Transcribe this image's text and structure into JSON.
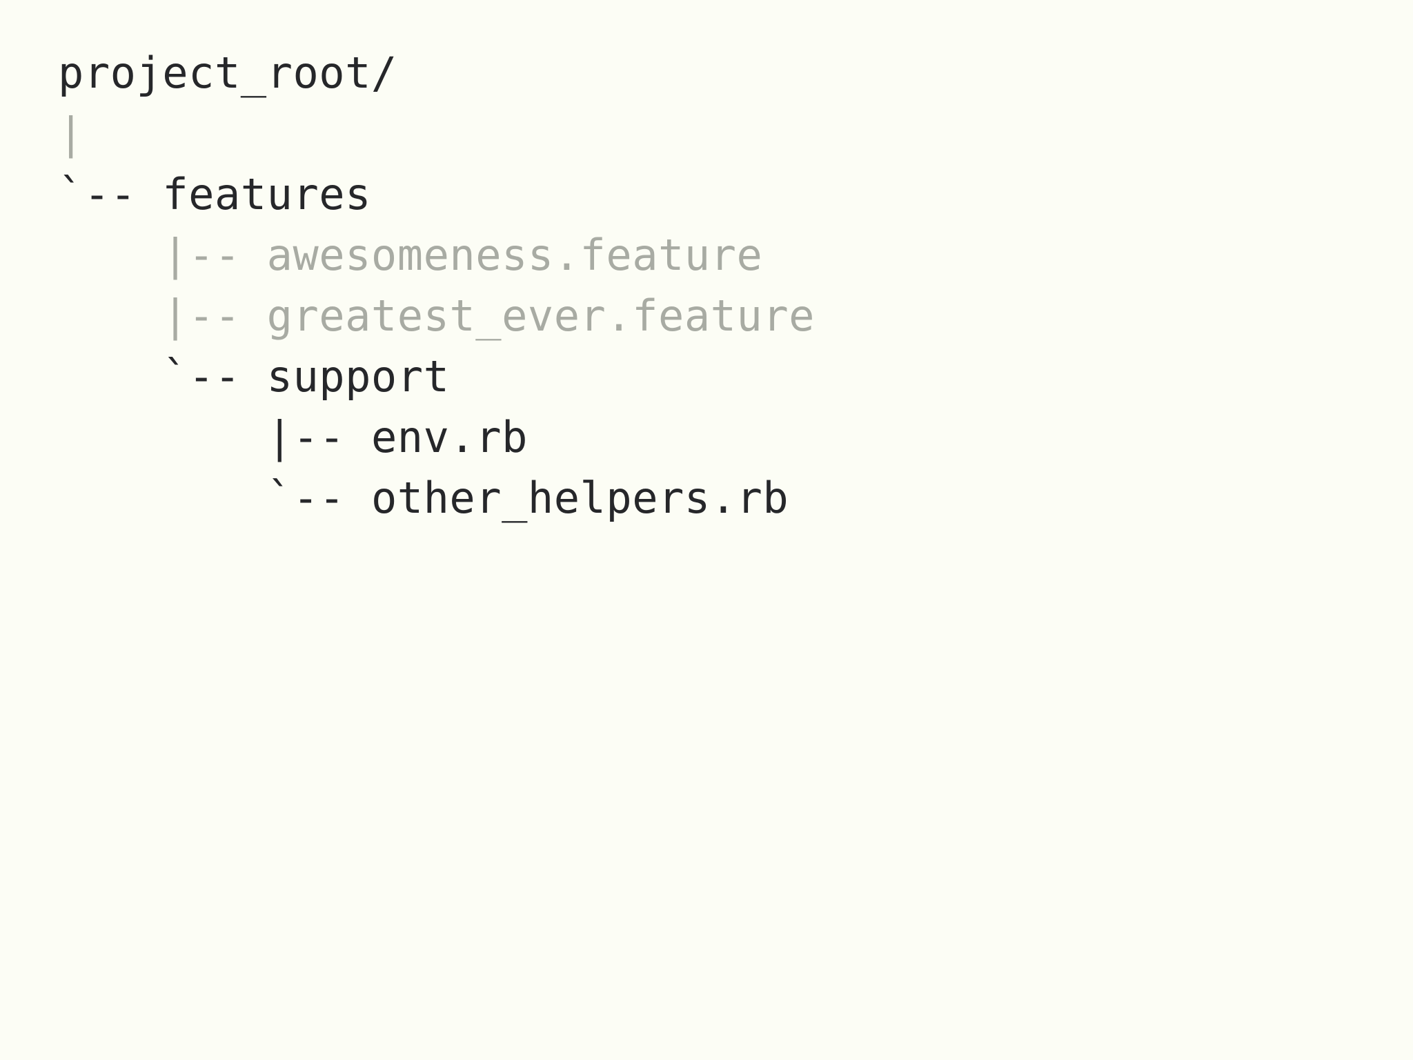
{
  "page": {
    "background_color": "#fcfdf5",
    "text_color_primary": "#26272a",
    "text_color_muted": "#a8aba3"
  },
  "tree": {
    "root_label": "project_root/",
    "rows": [
      {
        "indent": "",
        "branch": "",
        "label": "project_root/",
        "tone": "dark",
        "kind": "directory"
      },
      {
        "indent": "",
        "branch": "|",
        "label": "",
        "tone": "muted",
        "kind": "connector"
      },
      {
        "indent": "",
        "branch": "`-- ",
        "label": "features",
        "tone": "dark",
        "kind": "directory"
      },
      {
        "indent": "    ",
        "branch": "|-- ",
        "label": "awesomeness.feature",
        "tone": "muted",
        "kind": "file"
      },
      {
        "indent": "    ",
        "branch": "|-- ",
        "label": "greatest_ever.feature",
        "tone": "muted",
        "kind": "file"
      },
      {
        "indent": "    ",
        "branch": "`-- ",
        "label": "support",
        "tone": "dark",
        "kind": "directory"
      },
      {
        "indent": "        ",
        "branch": "|-- ",
        "label": "env.rb",
        "tone": "dark",
        "kind": "file"
      },
      {
        "indent": "        ",
        "branch": "`-- ",
        "label": "other_helpers.rb",
        "tone": "dark",
        "kind": "file"
      }
    ]
  }
}
